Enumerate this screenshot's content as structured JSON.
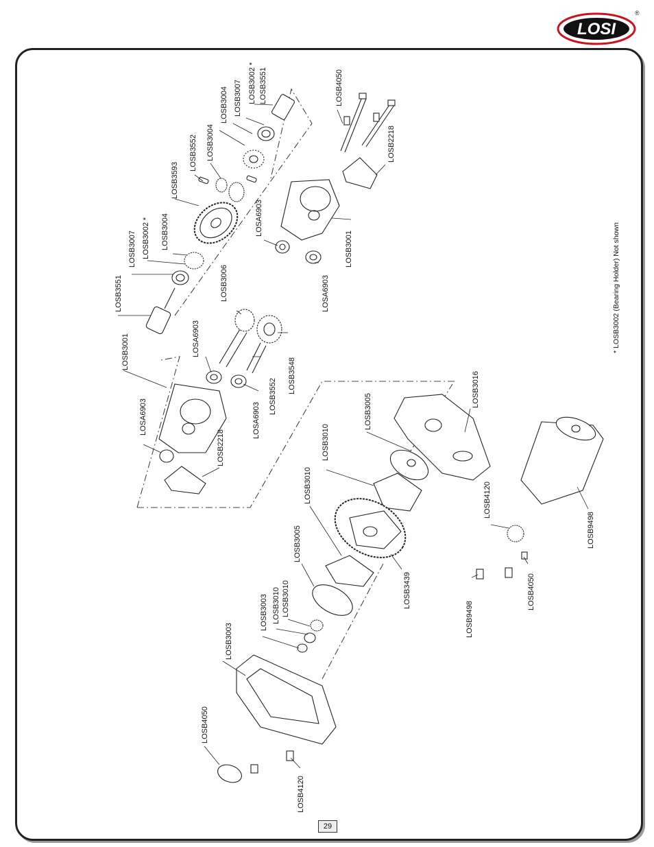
{
  "brand": {
    "logo_text": "LOSI",
    "registered_mark": "®"
  },
  "page_number": "29",
  "footnote": "* LOSB3002 (Bearing Holder) Not shown",
  "labels": {
    "l1": "LOSB3551",
    "l2": "LOSB3002 *",
    "l3": "LOSB3007",
    "l4": "LOSB3004",
    "l5": "LOSB3004",
    "l6": "LOSB3552",
    "l7": "LOSB3593",
    "l8": "LOSB3004",
    "l9": "LOSB3002 *",
    "l10": "LOSB3007",
    "l11": "LOSB3551",
    "l12": "LOSB3001",
    "l13": "LOSA6903",
    "l14": "LOSB3006",
    "l15": "LOSA6903",
    "l16": "LOSA6903",
    "l17": "LOSB3001",
    "l18": "LOSA6903",
    "l19": "LOSB4050",
    "l20": "LOSB2218",
    "l21": "LOSB2218",
    "l22": "LOSA6903",
    "l23": "LOSB3552",
    "l24": "LOSB3548",
    "l25": "LOSB3016",
    "l26": "LOSB3005",
    "l27": "LOSB3010",
    "l28": "LOSB3010",
    "l29": "LOSB3005",
    "l30": "LOSB3439",
    "l31": "LOSB3010",
    "l32": "LOSB3010",
    "l33": "LOSB3003",
    "l34": "LOSB3003",
    "l35": "LOSB4050",
    "l36": "LOSB4120",
    "l37": "LOSB4120",
    "l38": "LOSB4050",
    "l39": "LOSB9498"
  }
}
